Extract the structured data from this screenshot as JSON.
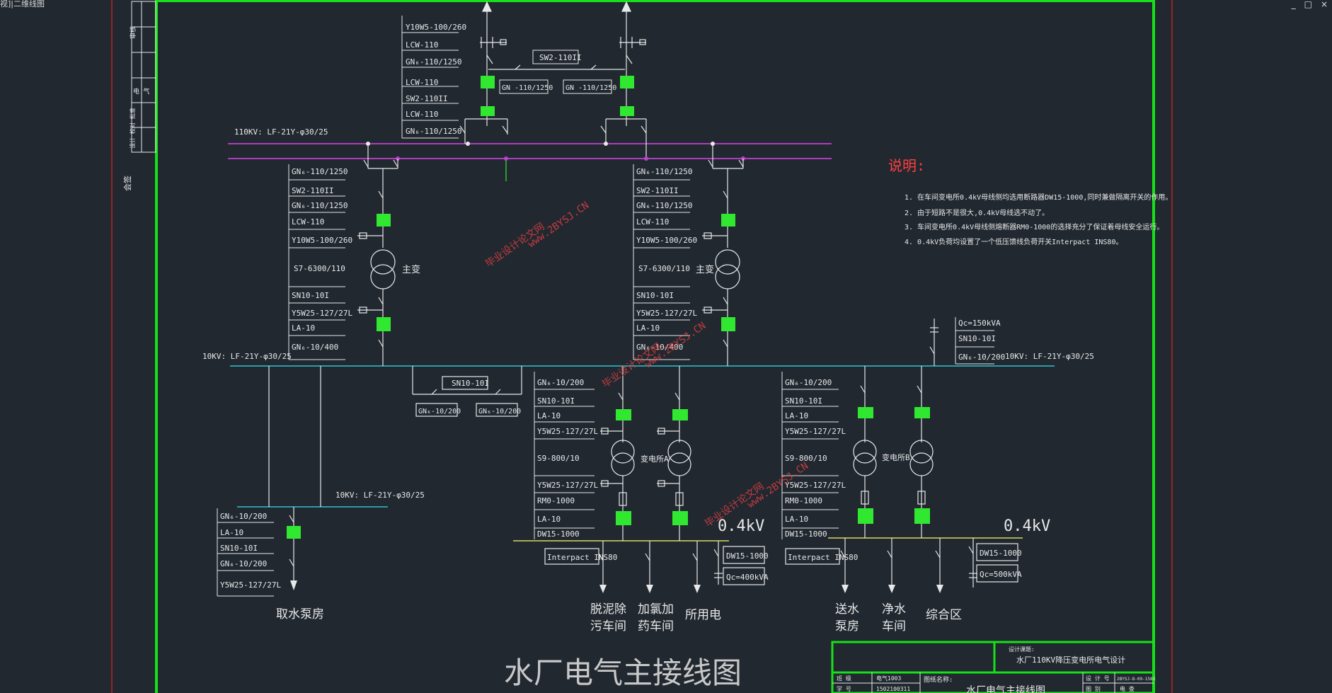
{
  "window": {
    "tab_title": "视]|二维线图",
    "minimize": "_",
    "maximize": "□",
    "close": "×"
  },
  "colors": {
    "background": "#212830",
    "line": "#e8e8e8",
    "bus_110": "#c040d0",
    "bus_10": "#30c0d0",
    "bus_04": "#d8d860",
    "frame": "#18e018",
    "breaker": "#30e830",
    "note_title": "#ff4040",
    "watermark": "#e04040"
  },
  "sidebar": {
    "rows": [
      "审核",
      "电 气",
      "设计 校对 批准"
    ],
    "label": "会签"
  },
  "title": "水厂电气主接线图",
  "buses": {
    "b110": "110KV: LF-21Y-φ30/25",
    "b10_left": "10KV: LF-21Y-φ30/25",
    "b10_right": "10KV: LF-21Y-φ30/25",
    "b10_sub": "10KV: LF-21Y-φ30/25",
    "b04_left": "0.4kV",
    "b04_right": "0.4kV"
  },
  "incoming": {
    "labels": [
      "Y10W5-100/260",
      "LCW-110",
      "GN₆-110/1250",
      "LCW-110",
      "SW2-110II",
      "LCW-110",
      "GN₆-110/1250"
    ],
    "bridge_label": "SW2-110II",
    "bridge_gn_left": "GN -110/1250",
    "bridge_gn_right": "GN -110/1250"
  },
  "transformer_feeders": {
    "labels": [
      "GN₆-110/1250",
      "SW2-110II",
      "GN₆-110/1250",
      "LCW-110",
      "Y10W5-100/260",
      "S7-6300/110",
      "SN10-10I",
      "Y5W25-127/27L",
      "LA-10",
      "GN₆-10/400"
    ],
    "tx_label": "主变"
  },
  "bus_tie": {
    "label": "SN10-10I",
    "gn_left": "GN₆-10/200",
    "gn_right": "GN₆-10/200"
  },
  "capacitor_feeder": {
    "labels": [
      "Qc=150kVA",
      "SN10-10I",
      "GN₆-10/200"
    ]
  },
  "substation_feeders": {
    "labels_a": [
      "GN₆-10/200",
      "SN10-10I",
      "LA-10",
      "Y5W25-127/27L",
      "S9-800/10",
      "Y5W25-127/27L",
      "RM0-1000",
      "LA-10",
      "DW15-1000"
    ],
    "labels_b": [
      "GN₆-10/200",
      "SN10-10I",
      "LA-10",
      "Y5W25-127/27L",
      "S9-800/10",
      "Y5W25-127/27L",
      "RM0-1000",
      "LA-10",
      "DW15-1000"
    ],
    "tx_a": "变电所A",
    "tx_b": "变电所B"
  },
  "pump_feeder": {
    "labels": [
      "GN₆-10/200",
      "LA-10",
      "SN10-10I",
      "GN₆-10/200",
      "Y5W25-127/27L"
    ],
    "load": "取水泵房"
  },
  "low_voltage": {
    "left_breaker": "Interpact INS80",
    "right_breaker": "Interpact INS80",
    "left_cap_sw": "DW15-1000",
    "left_cap": "Qc=400kVA",
    "right_cap_sw": "DW15-1000",
    "right_cap": "Qc=500kVA",
    "loads_left": [
      [
        "脱泥除",
        "污车间"
      ],
      [
        "加氯加",
        "药车间"
      ],
      [
        "所用电"
      ]
    ],
    "loads_right": [
      [
        "送水",
        "泵房"
      ],
      [
        "净水",
        "车间"
      ],
      [
        "综合区"
      ]
    ]
  },
  "notes": {
    "title": "说明:",
    "items": [
      "1. 在车间变电所0.4kV母线侧均选用断路器DW15-1000,同时兼做隔离开关的作用。",
      "2. 由于短路不是很大,0.4kV母线选不动了。",
      "3. 车间变电所0.4kV母线侧熔断器RM0-1000的选择充分了保证着母线安全运行。",
      "4. 0.4kV负荷均设置了一个低压馈线负荷开关Interpact INS80。"
    ]
  },
  "watermarks": [
    "毕业设计论文网",
    "www.2BYSJ.CN"
  ],
  "title_block": {
    "design_label": "设计课题:",
    "design_value": "水厂110KV降压变电所电气设计",
    "r1a": "班 级",
    "r1b": "电气1003",
    "r2a": "学 号",
    "r2b": "1502100311",
    "drawing_label": "图纸名称:",
    "drawing_value": "水厂电气主接线图",
    "c1a": "设 计 号",
    "c1b": "2BYSJ-8-09-1583",
    "c2a": "图 别",
    "c2b": "电 查"
  }
}
